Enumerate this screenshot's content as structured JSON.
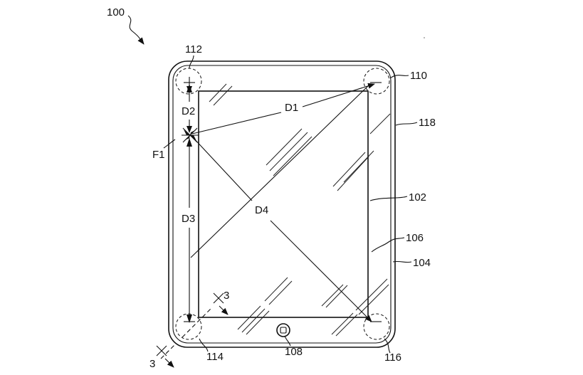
{
  "figure": {
    "ref_100": "100",
    "ref_112": "112",
    "ref_110": "110",
    "ref_118": "118",
    "ref_102": "102",
    "ref_106": "106",
    "ref_104": "104",
    "ref_114": "114",
    "ref_108": "108",
    "ref_116": "116",
    "label_D1": "D1",
    "label_D2": "D2",
    "label_D3": "D3",
    "label_D4": "D4",
    "label_F1": "F1",
    "section_3_top": "3",
    "section_3_bottom": "3"
  }
}
